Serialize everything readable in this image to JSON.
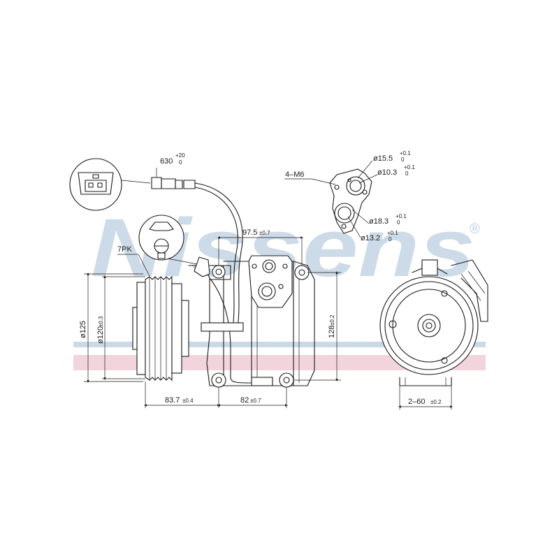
{
  "brand": {
    "watermark": "Nissens",
    "registered": "®",
    "band_blue": "#c9d9e6",
    "band_pink": "#f2d5dc",
    "watermark_color": "#bcd0df"
  },
  "dimensions": {
    "cable_length": {
      "value": "630",
      "tol_upper": "+20",
      "tol_lower": "0"
    },
    "belt": "7PK",
    "mount_thread": "4–M6",
    "port_1_outer": {
      "value": "ø15.5",
      "tol_upper": "+0.1",
      "tol_lower": "0"
    },
    "port_1_inner": {
      "value": "ø10.3",
      "tol_upper": "+0.1",
      "tol_lower": "0"
    },
    "port_2_outer": {
      "value": "ø18.3",
      "tol_upper": "+0.1",
      "tol_lower": "0"
    },
    "port_2_inner": {
      "value": "ø13.2",
      "tol_upper": "+0.1",
      "tol_lower": "0"
    },
    "port_spacing": {
      "value": "97.5",
      "tol": "±0.7"
    },
    "pulley_outer": "ø125",
    "pulley_groove": {
      "value": "ø120",
      "tol": "±0.3"
    },
    "height": {
      "value": "128",
      "tol": "±0.2"
    },
    "clutch_offset": {
      "value": "83.7",
      "tol": "±0.4"
    },
    "mount_spacing": {
      "value": "82",
      "tol": "±0.7"
    },
    "rear_mount": {
      "value": "2–60",
      "tol": "±0.2"
    }
  }
}
